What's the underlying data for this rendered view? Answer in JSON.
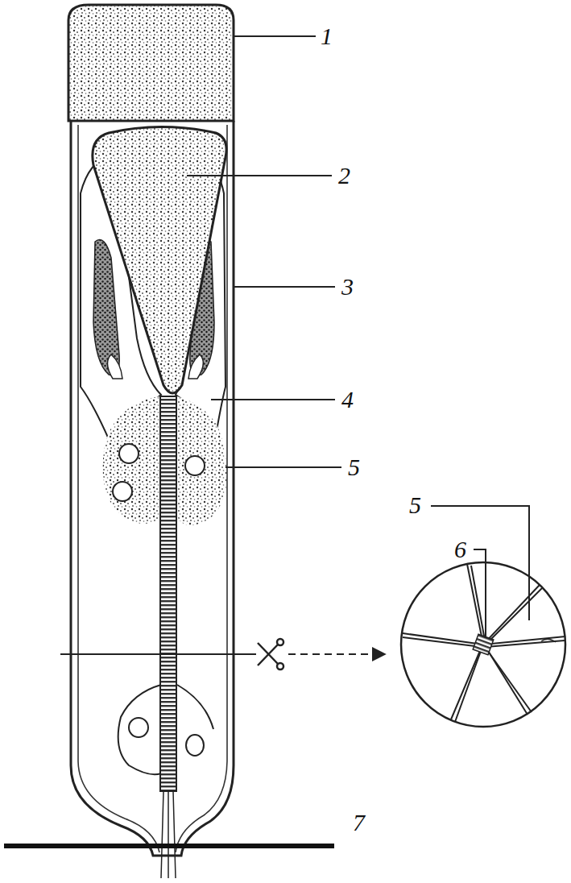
{
  "diagram": {
    "labels": [
      "1",
      "2",
      "3",
      "4",
      "5",
      "5",
      "6",
      "7"
    ]
  }
}
